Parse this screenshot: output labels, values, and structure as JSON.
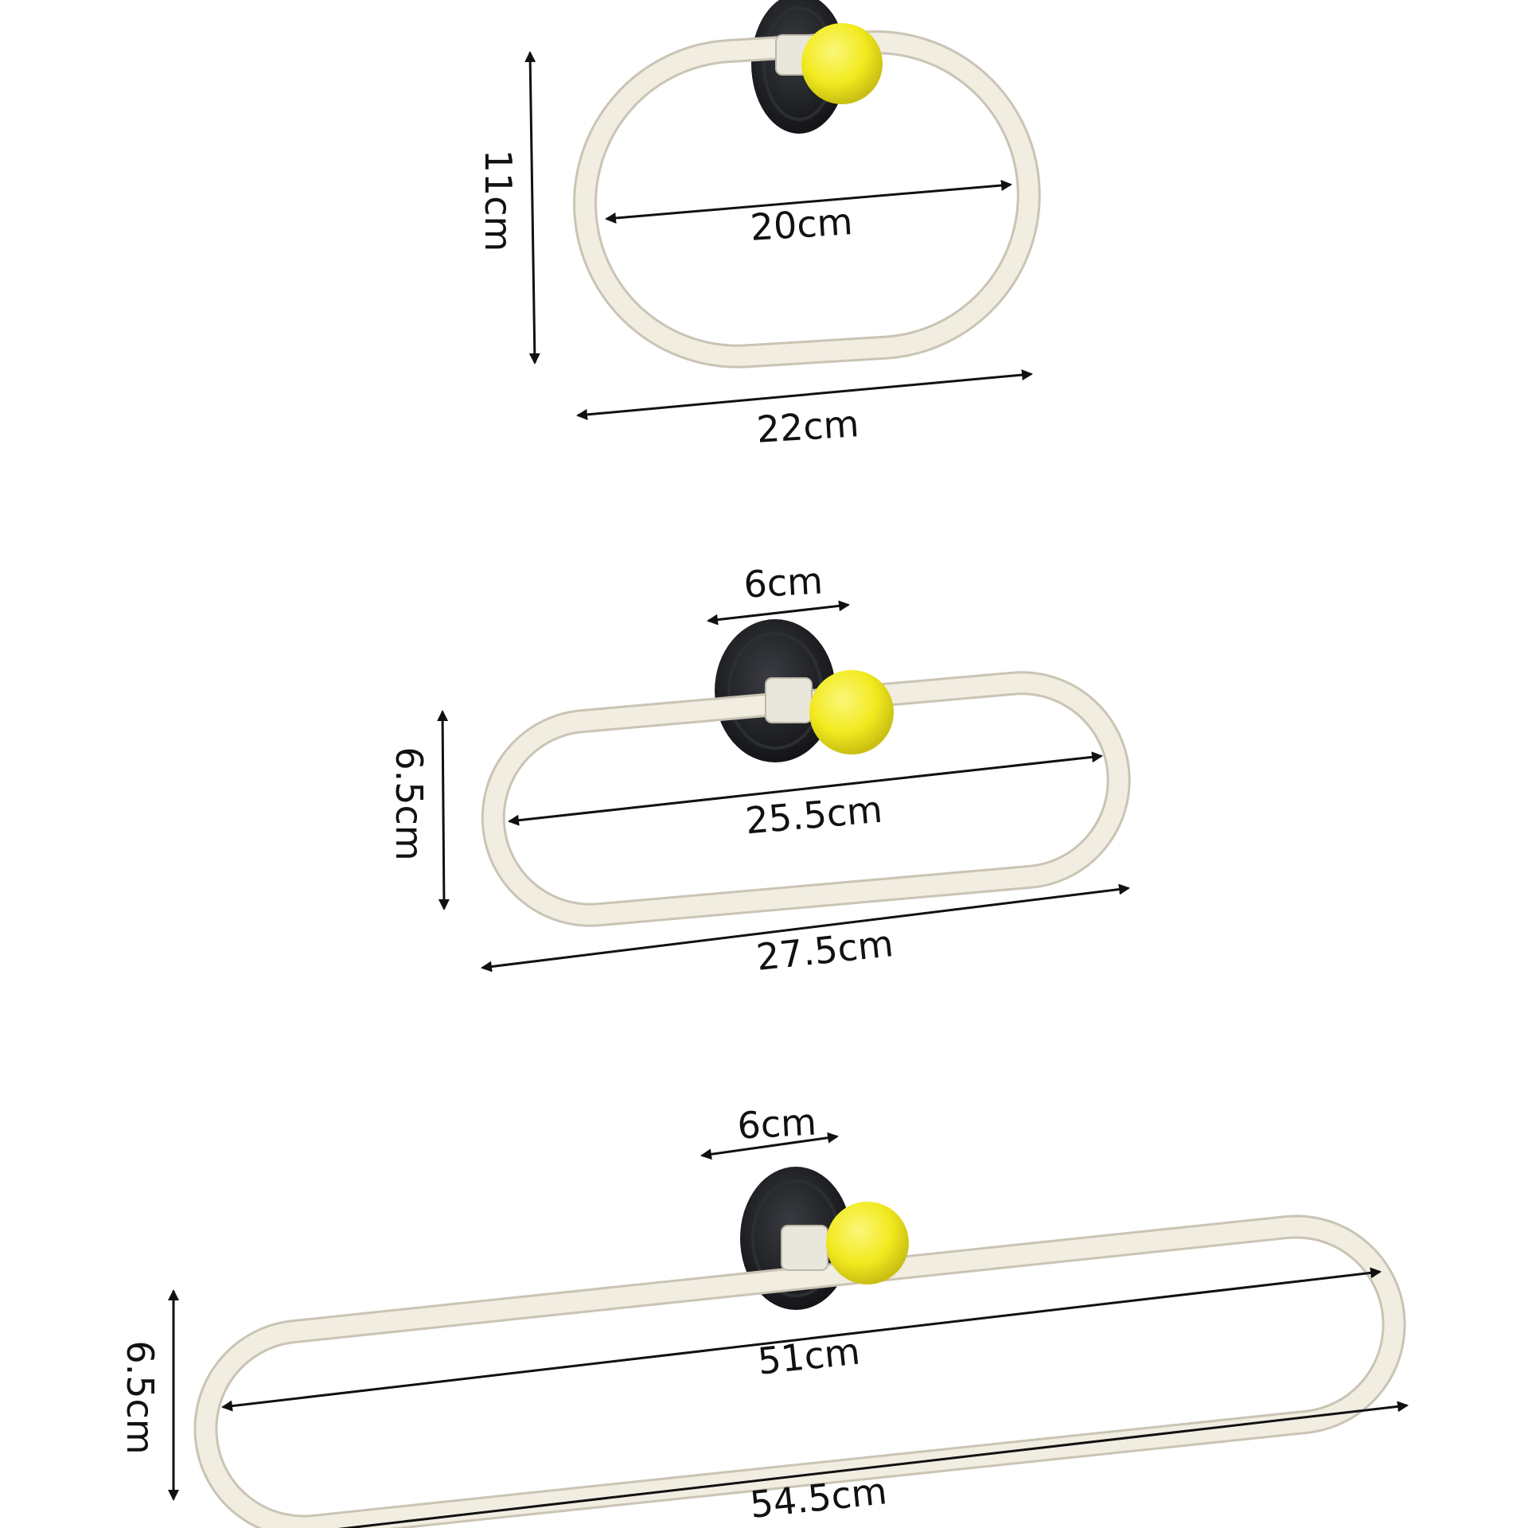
{
  "colors": {
    "background": "#ffffff",
    "ring": "#f1ede1",
    "ring_outline": "#c9c4b4",
    "knob": "#f2ea1f",
    "base": "#1b1c1f",
    "arrow": "#111111",
    "text": "#111111"
  },
  "products": [
    {
      "name_icon": "oval-towel-ring-icon",
      "height_label": "11cm",
      "inner_width_label": "20cm",
      "outer_width_label": "22cm"
    },
    {
      "name_icon": "short-towel-bar-icon",
      "mount_width_label": "6cm",
      "height_label": "6.5cm",
      "inner_width_label": "25.5cm",
      "outer_width_label": "27.5cm"
    },
    {
      "name_icon": "long-towel-bar-icon",
      "mount_width_label": "6cm",
      "height_label": "6.5cm",
      "inner_width_label": "51cm",
      "outer_width_label": "54.5cm"
    }
  ]
}
